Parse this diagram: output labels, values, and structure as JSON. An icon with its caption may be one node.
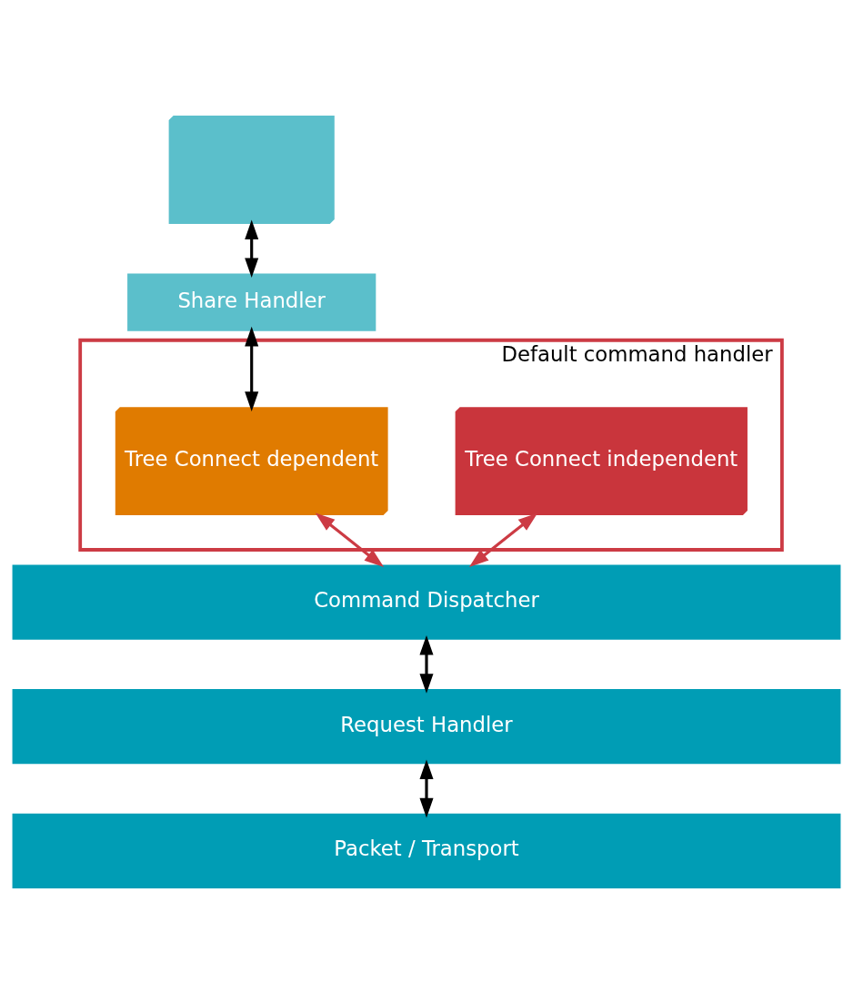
{
  "diagram": {
    "nodes": [
      {
        "text": [],
        "shape": "box"
      },
      {
        "text": [
          "Share Handler"
        ]
      },
      {
        "text": [
          "Default command handler"
        ]
      },
      {
        "text": [
          "Tree Connect independent"
        ],
        "in": 2
      },
      {
        "text": [
          "Tree Connect dependent"
        ],
        "in": 2
      },
      {
        "text": [
          "Command Dispatcher"
        ]
      },
      {
        "text": [
          "Request Handler"
        ]
      },
      {
        "text": [
          "Packet / Transport"
        ]
      }
    ],
    "edges": [
      {
        "from": 0,
        "to": 1,
        "arrow": "both"
      },
      {
        "from": 1,
        "to": 4,
        "arrow": "both"
      },
      {
        "from": 3,
        "to": 5,
        "arrow": "both",
        "color": "#cc3b44"
      },
      {
        "from": 4,
        "to": 5,
        "arrow": "both",
        "color": "#cc3b44"
      },
      {
        "from": 5,
        "to": 6,
        "arrow": "both"
      },
      {
        "from": 6,
        "to": 7,
        "arrow": "both"
      }
    ]
  }
}
